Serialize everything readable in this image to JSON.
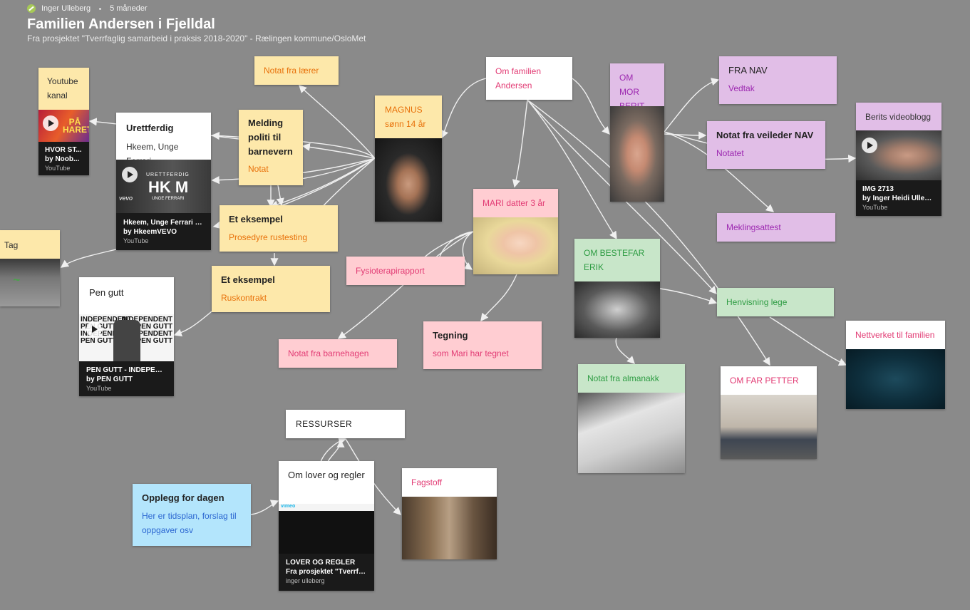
{
  "header": {
    "author": "Inger Ulleberg",
    "age": "5 måneder",
    "title": "Familien Andersen i Fjelldal",
    "subtitle": "Fra prosjektet \"Tverrfaglig samarbeid i praksis 2018-2020\" - Rælingen kommune/OsloMet"
  },
  "cards": {
    "youtube_kanal": {
      "title": "Youtube kanal",
      "video_name": "HVOR ST...",
      "video_by": "by Noob...",
      "source": "YouTube",
      "thumb_text": "PÅ HARET"
    },
    "urettferdig": {
      "title": "Urettferdig",
      "sub": "Hkeem, Unge Ferrari",
      "video_name": "Hkeem, Unge Ferrari - ...",
      "video_by": "by HkeemVEVO",
      "source": "YouTube",
      "thumb_text": "HK M",
      "thumb_small": "URETTFERDIG",
      "thumb_small2": "UNGE FERRARI",
      "vevo": "vevo"
    },
    "notat_laerer": {
      "title": "Notat fra lærer"
    },
    "melding": {
      "title": "Melding politi til barnevern",
      "sub": "Notat"
    },
    "et_eksempel_1": {
      "title": "Et eksempel",
      "sub": "Prosedyre rustesting"
    },
    "et_eksempel_2": {
      "title": "Et eksempel",
      "sub": "Ruskontrakt"
    },
    "tag": {
      "title": "Tag"
    },
    "pen_gutt": {
      "title": "Pen gutt",
      "video_name": "PEN GUTT - INDEPEND...",
      "video_by": "by PEN GUTT",
      "source": "YouTube",
      "thumb_lines": [
        "INDEPENDENT",
        "PEN GUTT",
        "INDEPENDENT",
        "PEN GUTT"
      ]
    },
    "magnus": {
      "title": "MAGNUS",
      "sub": "sønn 14 år"
    },
    "om_familien": {
      "title": "Om familien Andersen"
    },
    "mari": {
      "title": "MARI datter 3 år"
    },
    "fysio": {
      "title": "Fysioterapirapport"
    },
    "notat_barnehagen": {
      "title": "Notat fra barnehagen"
    },
    "tegning": {
      "title": "Tegning",
      "sub": "som Mari har tegnet"
    },
    "om_mor": {
      "title": "OM MOR BERIT"
    },
    "fra_nav": {
      "title": "FRA NAV",
      "sub": "Vedtak"
    },
    "notat_nav": {
      "title": "Notat fra veileder NAV",
      "sub": "Notatet"
    },
    "berits": {
      "title": "Berits videoblogg",
      "video_name": "IMG 2713",
      "video_by": "by Inger Heidi Ullebe...",
      "source": "YouTube"
    },
    "mekling": {
      "title": "Meklingsattest"
    },
    "bestefar": {
      "title": "OM BESTEFAR ERIK"
    },
    "henvisning": {
      "title": "Henvisning lege"
    },
    "nettverket": {
      "title": "Nettverket til familien"
    },
    "almanakk": {
      "title": "Notat fra almanakk"
    },
    "far": {
      "title": "OM FAR PETTER"
    },
    "ressurser": {
      "title": "RESSURSER"
    },
    "lover": {
      "title": "Om lover og regler",
      "video_name": "LOVER OG REGLER",
      "video_by": "Fra prosjektet \"Tverrfag...",
      "source": "inger ulleberg",
      "vimeo": "vimeo"
    },
    "fagstoff": {
      "title": "Fagstoff"
    },
    "opplegg": {
      "title": "Opplegg for dagen",
      "sub": "Her er tidsplan, forslag til oppgaver osv"
    }
  },
  "colors": {
    "background": "#8a8a8a",
    "yellow": "#fde8aa",
    "pink": "#ffcdd2",
    "purple": "#e1bee7",
    "green": "#c8e6c9",
    "blue": "#b3e5fc",
    "arrow": "#f0f0f0"
  }
}
